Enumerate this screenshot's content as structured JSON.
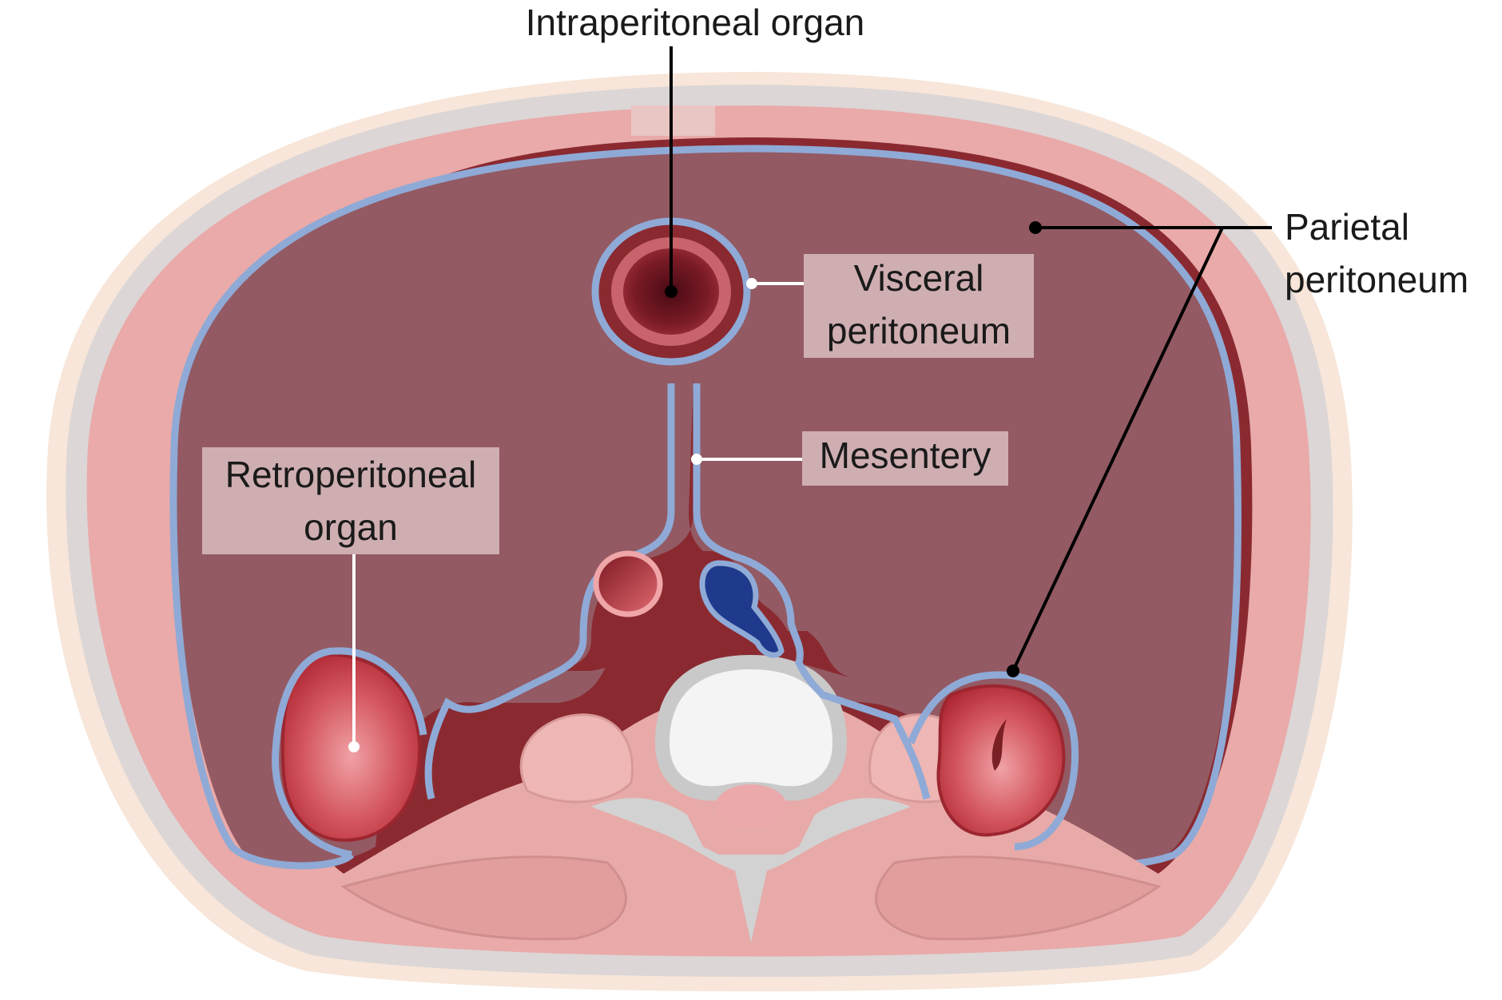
{
  "labels": {
    "intraperitoneal": "Intraperitoneal organ",
    "parietal_line1": "Parietal",
    "parietal_line2": "peritoneum",
    "visceral_line1": "Visceral",
    "visceral_line2": "peritoneum",
    "mesentery": "Mesentery",
    "retro_line1": "Retroperitoneal",
    "retro_line2": "organ"
  },
  "colors": {
    "skin": "#f7e6d9",
    "fascia": "#d9d2d2",
    "muscle": "#e8aaa8",
    "cavity": "#935a63",
    "peritoneum": "#8faad6",
    "deep_tissue": "#7a1f24",
    "kidney": "#c23a45",
    "artery": "#c9434c",
    "vein": "#1f3a8c",
    "bone": "#cfcfcf",
    "marrow": "#f2f2f2",
    "label_box": "#cfaeb2"
  }
}
